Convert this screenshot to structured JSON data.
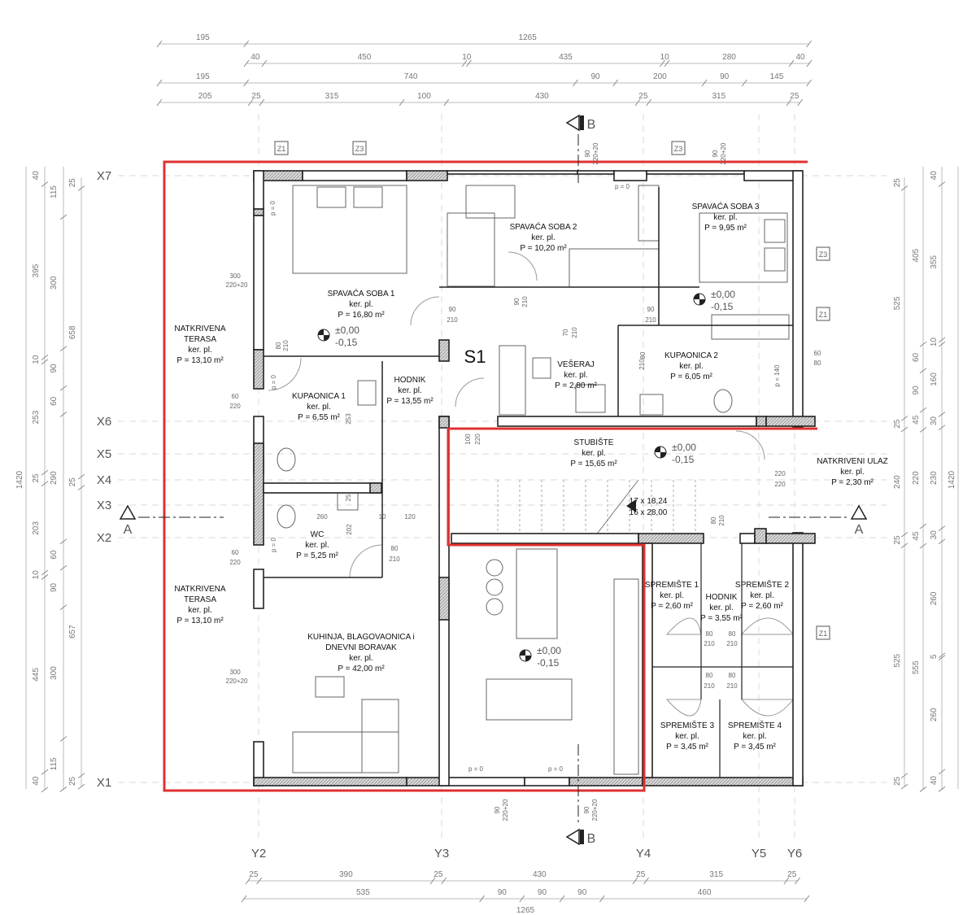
{
  "colors": {
    "outline_red": "#e03030",
    "wall": "#222222",
    "hatch": "#9a9a9a",
    "dim_line": "#bbbbbb"
  },
  "dimensions": {
    "top": [
      {
        "values": [
          "195",
          "1265"
        ]
      },
      {
        "values": [
          "40",
          "450",
          "10",
          "435",
          "10",
          "280",
          "40"
        ]
      },
      {
        "values": [
          "195",
          "740",
          "90",
          "200",
          "90",
          "145"
        ]
      },
      {
        "values": [
          "205",
          "25",
          "315",
          "100",
          "430",
          "25",
          "315",
          "25"
        ]
      }
    ],
    "bottom": [
      {
        "values": [
          "25",
          "390",
          "25",
          "430",
          "25",
          "315",
          "25"
        ]
      },
      {
        "values": [
          "535",
          "90",
          "90",
          "90",
          "460"
        ]
      }
    ],
    "bottom_total": "1265",
    "left": [
      {
        "values": [
          "40",
          "395",
          "10",
          "253",
          "25",
          "203",
          "10",
          "445",
          "40"
        ]
      },
      {
        "values": [
          "115",
          "300",
          "90",
          "60",
          "290",
          "60",
          "90",
          "300",
          "115"
        ]
      },
      {
        "values": [
          "25",
          "658",
          "25",
          "657",
          "25"
        ]
      }
    ],
    "left_total": "1420",
    "right": [
      {
        "values": [
          "25",
          "525",
          "25",
          "240",
          "25",
          "525",
          "25"
        ]
      },
      {
        "values": [
          "405",
          "60",
          "90",
          "45",
          "220",
          "45",
          "555"
        ]
      },
      {
        "values": [
          "40",
          "355",
          "10",
          "160",
          "30",
          "230",
          "30",
          "260",
          "5",
          "260",
          "40"
        ]
      }
    ],
    "right_total": "1420"
  },
  "axes": {
    "x": [
      "X7",
      "X6",
      "X5",
      "X4",
      "X3",
      "X2",
      "X1"
    ],
    "y": [
      "Y2",
      "Y3",
      "Y4",
      "Y5",
      "Y6"
    ]
  },
  "sections": {
    "a_left": "A",
    "a_right": "A",
    "b_top": "B",
    "b_bottom": "B"
  },
  "unit_label": "S1",
  "rooms": [
    {
      "name": [
        "NATKRIVENA",
        "TERASA"
      ],
      "floor": "ker. pl.",
      "area": "P = 13,10 m²"
    },
    {
      "name": [
        "SPAVAĆA SOBA 1"
      ],
      "floor": "ker. pl.",
      "area": "P = 16,80 m²"
    },
    {
      "name": [
        "SPAVAĆA SOBA 2"
      ],
      "floor": "ker. pl.",
      "area": "P = 10,20 m²"
    },
    {
      "name": [
        "SPAVAĆA SOBA 3"
      ],
      "floor": "ker. pl.",
      "area": "P = 9,95 m²"
    },
    {
      "name": [
        "KUPAONICA 1"
      ],
      "floor": "ker. pl.",
      "area": "P = 6,55 m²"
    },
    {
      "name": [
        "HODNIK"
      ],
      "floor": "ker. pl.",
      "area": "P = 13,55 m²"
    },
    {
      "name": [
        "VEŠERAJ"
      ],
      "floor": "ker. pl.",
      "area": "P = 2,80 m²"
    },
    {
      "name": [
        "KUPAONICA 2"
      ],
      "floor": "ker. pl.",
      "area": "P = 6,05 m²"
    },
    {
      "name": [
        "STUBIŠTE"
      ],
      "floor": "ker. pl.",
      "area": "P = 15,65 m²"
    },
    {
      "name": [
        "NATKRIVENI ULAZ"
      ],
      "floor": "ker. pl.",
      "area": "P = 2,30 m²"
    },
    {
      "name": [
        "WC"
      ],
      "floor": "ker. pl.",
      "area": "P = 5,25 m²"
    },
    {
      "name": [
        "NATKRIVENA",
        "TERASA"
      ],
      "floor": "ker. pl.",
      "area": "P = 13,10 m²"
    },
    {
      "name": [
        "KUHINJA, BLAGOVAONICA i",
        "DNEVNI BORAVAK"
      ],
      "floor": "ker. pl.",
      "area": "P = 42,00 m²"
    },
    {
      "name": [
        "SPREMIŠTE 1"
      ],
      "floor": "ker. pl.",
      "area": "P = 2,60 m²"
    },
    {
      "name": [
        "HODNIK"
      ],
      "floor": "ker. pl.",
      "area": "P = 3,55 m²"
    },
    {
      "name": [
        "SPREMIŠTE 2"
      ],
      "floor": "ker. pl.",
      "area": "P = 2,60 m²"
    },
    {
      "name": [
        "SPREMIŠTE 3"
      ],
      "floor": "ker. pl.",
      "area": "P = 3,45 m²"
    },
    {
      "name": [
        "SPREMIŠTE 4"
      ],
      "floor": "ker. pl.",
      "area": "P = 3,45 m²"
    }
  ],
  "elevations": [
    {
      "top": "±0,00",
      "bottom": "-0,15"
    },
    {
      "top": "±0,00",
      "bottom": "-0,15"
    },
    {
      "top": "±0,00",
      "bottom": "-0,15"
    },
    {
      "top": "±0,00",
      "bottom": "-0,15"
    }
  ],
  "stair": {
    "risers": "17 x 18,24",
    "treads": "16 x 28,00"
  },
  "window_tags": [
    "Z1",
    "Z3",
    "Z3",
    "Z3",
    "Z1",
    "Z1"
  ],
  "annotations": [
    "300",
    "220+20",
    "60",
    "220",
    "60",
    "220",
    "300",
    "220+20",
    "80",
    "210",
    "90",
    "210",
    "90",
    "210",
    "90",
    "210",
    "70",
    "210",
    "80",
    "210",
    "100",
    "220",
    "80",
    "210",
    "220",
    "220",
    "80",
    "210",
    "60",
    "80",
    "p = 140",
    "253",
    "25",
    "260",
    "10",
    "120",
    "202",
    "90",
    "220+20",
    "90",
    "220+20",
    "90",
    "220+20",
    "90",
    "220+20",
    "p = 0",
    "p = 0",
    "p = 0",
    "p = 0",
    "p = 0",
    "p = 0",
    "80",
    "210",
    "80",
    "210",
    "80",
    "210",
    "80",
    "210"
  ]
}
